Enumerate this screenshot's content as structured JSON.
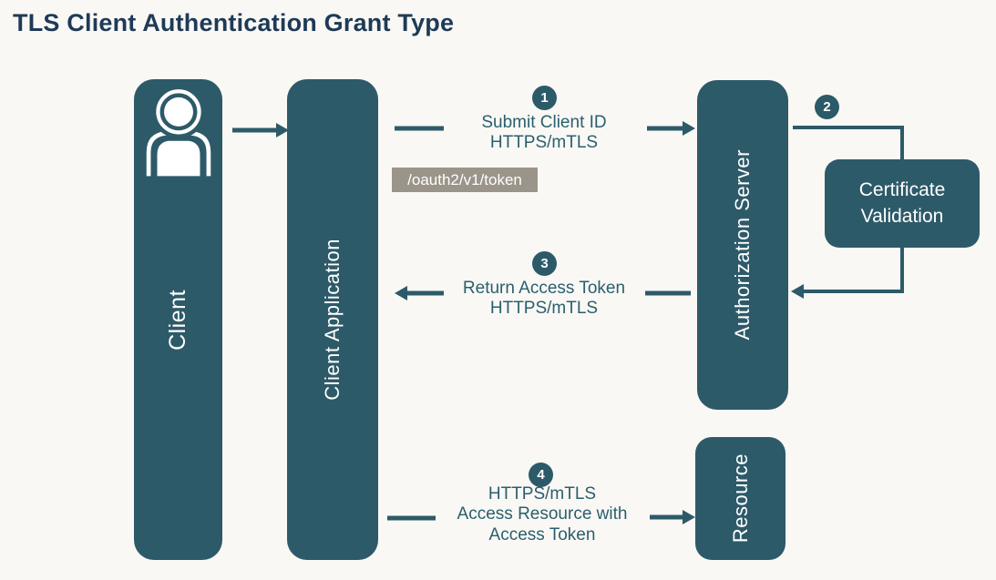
{
  "title": "TLS Client Authentication Grant Type",
  "colors": {
    "node_teal": "#2d5a69",
    "background": "#faf8f4",
    "title_text": "#1e3a58",
    "step_text": "#2a5f6f",
    "endpoint_badge_bg": "#9a948a",
    "endpoint_badge_text": "#ffffff"
  },
  "nodes": {
    "client": {
      "label": "Client"
    },
    "client_application": {
      "label": "Client Application"
    },
    "authorization_server": {
      "label": "Authorization Server"
    },
    "resource": {
      "label": "Resource"
    },
    "certificate_validation": {
      "line1": "Certificate",
      "line2": "Validation"
    }
  },
  "steps": [
    {
      "number": "1",
      "lines": [
        "Submit Client ID",
        "HTTPS/mTLS"
      ]
    },
    {
      "number": "2",
      "lines": []
    },
    {
      "number": "3",
      "lines": [
        "Return Access Token",
        "HTTPS/mTLS"
      ]
    },
    {
      "number": "4",
      "lines": [
        "HTTPS/mTLS",
        "Access Resource with",
        "Access Token"
      ]
    }
  ],
  "endpoint_badge": "/oauth2/v1/token",
  "icons": {
    "person": "person-icon"
  }
}
